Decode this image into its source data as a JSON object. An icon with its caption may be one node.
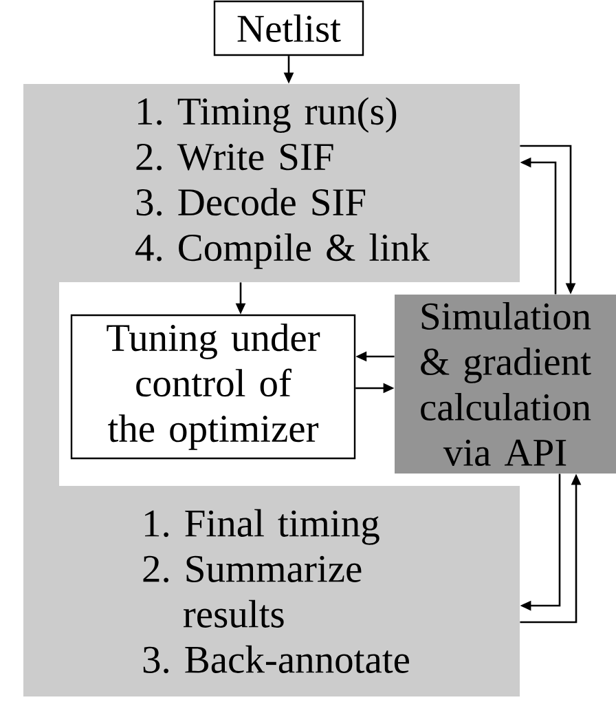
{
  "diagram": {
    "nodes": [
      {
        "text": [
          "Netlist"
        ]
      },
      {
        "text": [
          "1. Timing run(s)",
          "2. Write SIF",
          "3. Decode SIF",
          "4. Compile & link"
        ]
      },
      {
        "text": [
          "Tuning under control of the optimizer"
        ]
      },
      {
        "text": [
          "Simulation & gradient calculation via API"
        ]
      },
      {
        "text": [
          "1. Final timing",
          "2. Summarize results",
          "3. Back-annotate"
        ]
      }
    ],
    "edges": [
      {
        "from": 0,
        "to": 1,
        "arrow": "to"
      },
      {
        "from": 1,
        "to": 3,
        "arrow": "to"
      },
      {
        "from": 3,
        "to": 1,
        "arrow": "to"
      },
      {
        "from": 1,
        "to": 2,
        "arrow": "to"
      },
      {
        "from": 3,
        "to": 2,
        "arrow": "to"
      },
      {
        "from": 2,
        "to": 3,
        "arrow": "to"
      },
      {
        "from": 3,
        "to": 4,
        "arrow": "to"
      },
      {
        "from": 4,
        "to": 3,
        "arrow": "to"
      }
    ]
  }
}
